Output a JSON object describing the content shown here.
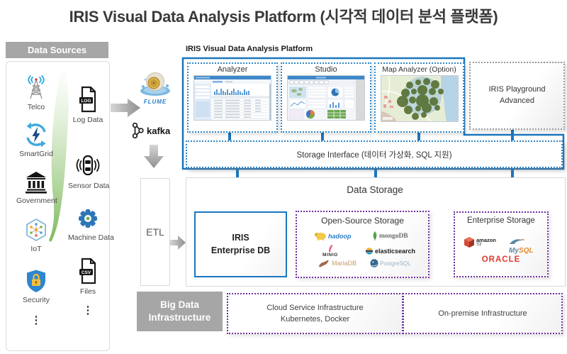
{
  "title": "IRIS Visual Data Analysis Platform (시각적 데이터 분석 플랫폼)",
  "sidebar": {
    "header": "Data Sources",
    "left": [
      {
        "label": "Telco"
      },
      {
        "label": "SmartGrid"
      },
      {
        "label": "Government"
      },
      {
        "label": "IoT"
      },
      {
        "label": "Security"
      }
    ],
    "right": [
      {
        "label": "Log Data",
        "badge": "LOG"
      },
      {
        "label": "Sensor Data"
      },
      {
        "label": "Machine Data"
      },
      {
        "label": "Files",
        "badge": "CSV"
      }
    ],
    "more": "⋮"
  },
  "pipeline": {
    "flume": "FLUME",
    "kafka": "kafka",
    "etl": "ETL"
  },
  "platform": {
    "label": "IRIS Visual Data Analysis Platform",
    "apps": [
      "Analyzer",
      "Studio",
      "Map Analyzer (Option)"
    ],
    "playground_line1": "IRIS Playground",
    "playground_line2": "Advanced",
    "storage_interface": "Storage Interface (데이터 가상화, SQL 지원)"
  },
  "storage": {
    "title": "Data Storage",
    "iris_line1": "IRIS",
    "iris_line2": "Enterprise DB",
    "open_source_title": "Open-Source Storage",
    "enterprise_title": "Enterprise Storage",
    "logos": {
      "hadoop": "hadoop",
      "mongodb": "mongoDB",
      "minio": "MINIO",
      "elasticsearch": "elasticsearch",
      "mariadb": "MariaDB",
      "postgresql": "PostgreSQL",
      "amazon": "amazon",
      "amazon_s3": "S3",
      "mysql_my": "My",
      "mysql_sql": "SQL",
      "oracle": "ORACLE"
    }
  },
  "infra": {
    "big_data_line1": "Big Data",
    "big_data_line2": "Infrastructure",
    "cloud_line1": "Cloud Service Infrastructure",
    "cloud_line2": "Kubernetes, Docker",
    "onprem": "On-premise Infrastructure"
  },
  "colors": {
    "accent_blue": "#1b76be",
    "purple": "#7030a0",
    "grey_box": "#a6a6a6",
    "green": "#70ad47"
  }
}
